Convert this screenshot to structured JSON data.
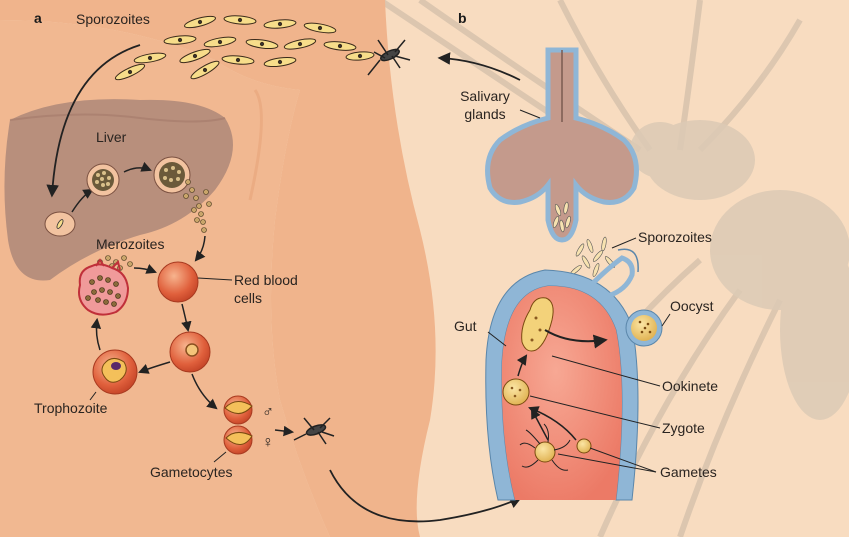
{
  "panels": {
    "a": "a",
    "b": "b"
  },
  "panel_a": {
    "sporozoites": "Sporozoites",
    "liver": "Liver",
    "merozoites": "Merozoites",
    "red_blood_cells_line1": "Red blood",
    "red_blood_cells_line2": "cells",
    "trophozoite": "Trophozoite",
    "gametocytes": "Gametocytes",
    "male_symbol": "♂",
    "female_symbol": "♀"
  },
  "panel_b": {
    "salivary_glands_line1": "Salivary",
    "salivary_glands_line2": "glands",
    "sporozoites": "Sporozoites",
    "gut": "Gut",
    "oocyst": "Oocyst",
    "ookinete": "Ookinete",
    "zygote": "Zygote",
    "gametes": "Gametes"
  },
  "colors": {
    "background": "#f8dcc0",
    "human_body": "#f0b48c",
    "liver": "#b88f7c",
    "red_cell": "#e0603c",
    "gut_lumen": "#f08876",
    "gland": "#c49a8c",
    "epithelium": "#8fb6d6",
    "parasite": "#f3d27a"
  }
}
